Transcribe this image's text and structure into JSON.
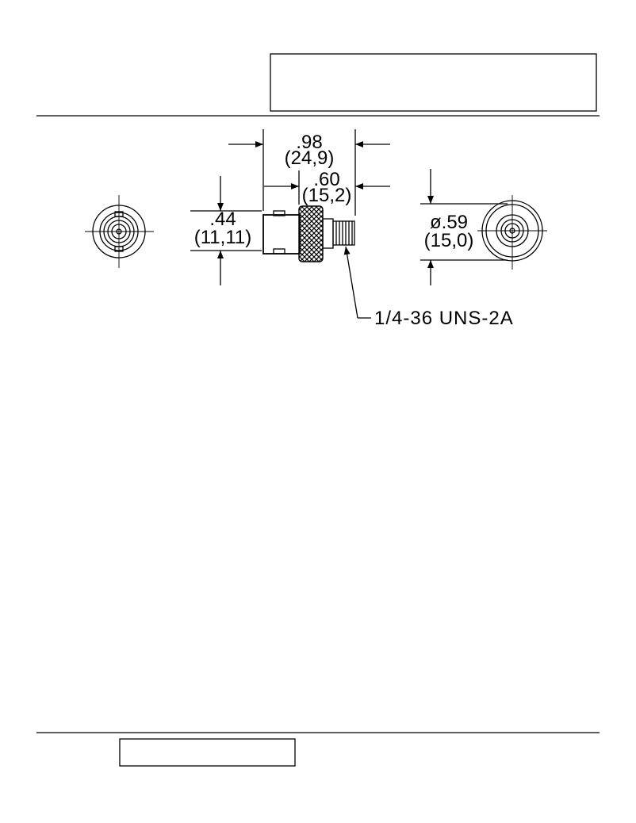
{
  "drawing": {
    "dim_overall_in": ".98",
    "dim_overall_mm": "(24,9)",
    "dim_body_in": ".60",
    "dim_body_mm": "(15,2)",
    "dim_height_in": ".44",
    "dim_height_mm": "(11,11)",
    "dim_dia_in": "ø.59",
    "dim_dia_mm": "(15,0)",
    "thread_callout": "1/4-36 UNS-2A"
  }
}
